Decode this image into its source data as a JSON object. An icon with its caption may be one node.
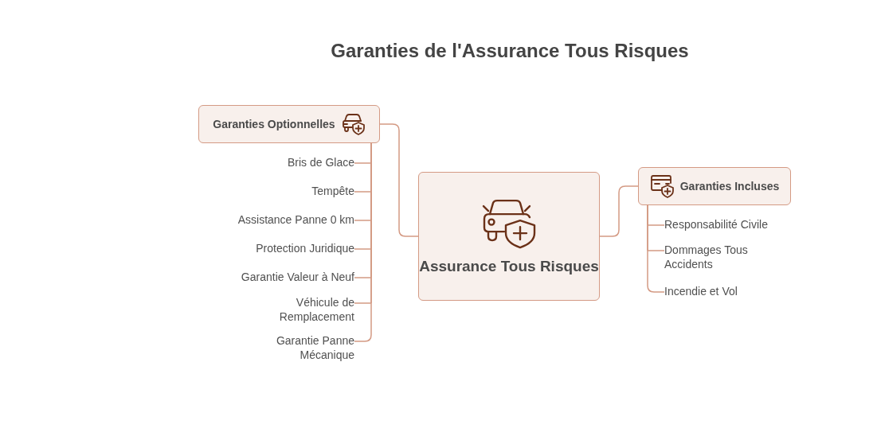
{
  "diagram": {
    "title": "Garanties de l'Assurance Tous Risques",
    "nodes": [
      {
        "text": [
          "Garanties Optionnelles"
        ]
      },
      {
        "text": [
          "Bris de Glace"
        ]
      },
      {
        "text": [
          "Tempête"
        ]
      },
      {
        "text": [
          "Assistance Panne 0 km"
        ]
      },
      {
        "text": [
          "Protection Juridique"
        ]
      },
      {
        "text": [
          "Garantie Valeur à Neuf"
        ]
      },
      {
        "text": [
          "Véhicule de Remplacement"
        ]
      },
      {
        "text": [
          "Garantie Panne Mécanique"
        ]
      },
      {
        "text": [
          "Assurance Tous Risques"
        ]
      },
      {
        "text": [
          "Garanties Incluses"
        ]
      },
      {
        "text": [
          "Responsabilité Civile"
        ]
      },
      {
        "text": [
          "Dommages Tous Accidents"
        ]
      },
      {
        "text": [
          "Incendie et Vol"
        ]
      }
    ],
    "edges": [
      {
        "from": 8,
        "to": 0,
        "arrow": "none"
      },
      {
        "from": 8,
        "to": 9,
        "arrow": "none"
      },
      {
        "from": 0,
        "to": 1,
        "arrow": "none"
      },
      {
        "from": 0,
        "to": 2,
        "arrow": "none"
      },
      {
        "from": 0,
        "to": 3,
        "arrow": "none"
      },
      {
        "from": 0,
        "to": 4,
        "arrow": "none"
      },
      {
        "from": 0,
        "to": 5,
        "arrow": "none"
      },
      {
        "from": 0,
        "to": 6,
        "arrow": "none"
      },
      {
        "from": 0,
        "to": 7,
        "arrow": "none"
      },
      {
        "from": 9,
        "to": 10,
        "arrow": "none"
      },
      {
        "from": 9,
        "to": 11,
        "arrow": "none"
      },
      {
        "from": 9,
        "to": 12,
        "arrow": "none"
      }
    ]
  }
}
